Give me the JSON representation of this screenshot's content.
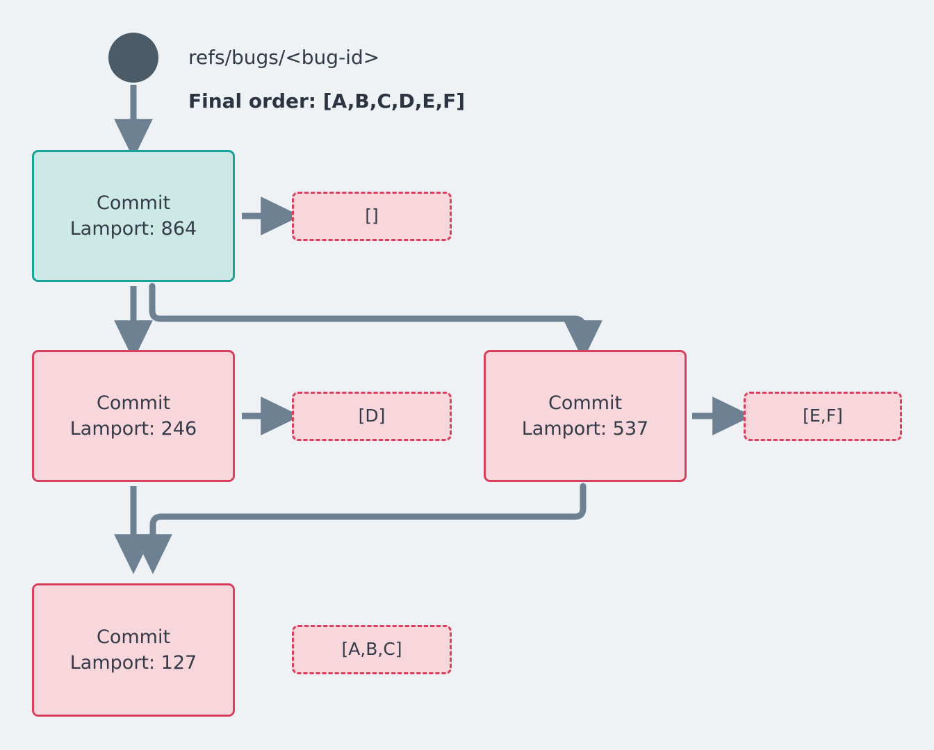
{
  "diagram": {
    "title": "refs/bugs/<bug-id>",
    "final_order_label": "Final order: [A,B,C,D,E,F]",
    "background_color": "#eef2f5",
    "text_color": "#333a48",
    "edge_color": "#6d8193",
    "root_node_color": "#4b5b68",
    "start_fill": "#cde9e5",
    "start_stroke": "#17a398",
    "commit_fill": "#f8d7dc",
    "commit_stroke": "#d6405c"
  },
  "nodes": {
    "root": {
      "name": "root-ref-node"
    },
    "commit_864": {
      "line1": "Commit",
      "line2": "Lamport: 864",
      "lamport": 864,
      "kind": "start"
    },
    "commit_246": {
      "line1": "Commit",
      "line2": "Lamport: 246",
      "lamport": 246,
      "kind": "commit"
    },
    "commit_537": {
      "line1": "Commit",
      "line2": "Lamport: 537",
      "lamport": 537,
      "kind": "commit"
    },
    "commit_127": {
      "line1": "Commit",
      "line2": "Lamport: 127",
      "lamport": 127,
      "kind": "commit"
    }
  },
  "order_boxes": {
    "order_864": "[]",
    "order_246": "[D]",
    "order_537": "[E,F]",
    "order_127": "[A,B,C]"
  }
}
